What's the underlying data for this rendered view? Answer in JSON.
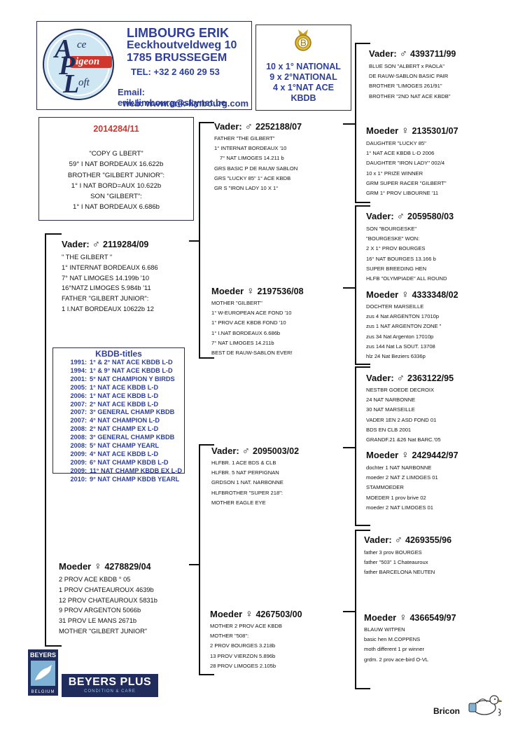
{
  "header": {
    "logo_letters": [
      "A",
      "P",
      "L"
    ],
    "logo_words": [
      "ce",
      "igeon",
      "oft"
    ],
    "name": "LIMBOURG ERIK",
    "street": "Eeckhoutveldweg 10",
    "city": "1785 BRUSSEGEM",
    "tel": "TEL: +32 2 460 29 53",
    "email": "Email: erik.limbourg@skynet.be",
    "web": "web: www.erik-limbourg.com"
  },
  "award": {
    "lines": [
      "10 x 1° NATIONAL",
      "9 x 2°NATIONAL",
      "4 x 1°NAT ACE",
      "KBDB"
    ]
  },
  "pigeon": {
    "ring": "2014284/11",
    "lines": [
      "\"COPY G LBERT\"",
      "59° I NAT BORDEAUX 16.622b",
      "BROTHER \"GILBERT JUNIOR\":",
      "1° I NAT BORD=AUX 10.622b",
      "SON \"GILBERT\":",
      "1° I NAT BORDEAUX 6.686b"
    ]
  },
  "labels": {
    "vader": "Vader:",
    "moeder": "Moeder",
    "male_symbol": "♂",
    "female_symbol": "♀"
  },
  "father": {
    "ring": "2119284/09",
    "lines": [
      "\" THE GILBERT \"",
      "1° INTERNAT BORDEAUX 6.686",
      "7° NAT LIMOGES 14.199b '10",
      "16°NATZ LIMOGES 5.984b '11",
      "FATHER \"GILBERT JUNIOR\":",
      "1 I.NAT BORDEAUX 10622b 12"
    ]
  },
  "mother": {
    "ring": "4278829/04",
    "lines": [
      "2 PROV ACE KBDB ° 05",
      "1 PROV CHATEAUROUX 4639b",
      "12 PROV CHATEAUROUX 5831b",
      "9 PROV ARGENTON 5066b",
      "31 PROV LE MANS 2671b",
      "MOTHER \"GILBERT JUNIOR\""
    ]
  },
  "gen2": {
    "ff": {
      "ring": "2252188/07",
      "lines": [
        "FATHER \"THE GILBERT\"",
        "1° INTERNAT BORDEAUX '10",
        "7° NAT LIMOGES 14.211 b",
        "GRS BASIC P DE RAUW SABLON",
        "GRS \"LUCKY 85\" 1° ACE KBDB",
        "GR S \"IRON LADY 10 X 1°"
      ]
    },
    "fm": {
      "ring": "2197536/08",
      "lines": [
        "MOTHER \"GILBERT\"",
        "1° W-EUROPEAN ACE FOND '10",
        "1° PROV ACE KBDB FOND '10",
        "1° I.NAT BORDEAUX 6.686b",
        "7° NAT LIMOGES 14.211b",
        "BEST DE RAUW-SABLON EVER!"
      ]
    },
    "mf": {
      "ring": "2095003/02",
      "lines": [
        "HLFBR. 1 ACE BDS & CLB",
        "HLFBR. 5 NAT PERPIGNAN",
        "GRDSON 1 NAT. NARBONNE",
        "HLFBROTHER \"SUPER 218\":",
        "MOTHER EAGLE EYE"
      ]
    },
    "mm": {
      "ring": "4267503/00",
      "lines": [
        "MOTHER 2 PROV ACE KBDB",
        "MOTHER \"508\":",
        "2 PROV BOURGES 3.218b",
        "13 PROV VIERZON 5.896b",
        "28 PROV LIMOGES 2.105b"
      ]
    }
  },
  "gen3": {
    "fff": {
      "ring": "4393711/99",
      "lines": [
        "BLUE SON \"ALBERT x PAOLA\"",
        "DE RAUW-SABLON BASIC PAIR",
        "BROTHER \"LIMOGES 261/91\"",
        "BROTHER \"2ND NAT ACE KBDB\""
      ]
    },
    "ffm": {
      "ring": "2135301/07",
      "lines": [
        "DAUGHTER \"LUCKY 85\"",
        "1° NAT ACE KBDB L-D 2006",
        "DAUGHTER \"IRON LADY\" 002/4",
        "10 x 1° PRIZE WINNER",
        "GRM SUPER RACER \"GILBERT\"",
        "GRM 1° PROV LIBOURNE '11"
      ]
    },
    "fmf": {
      "ring": "2059580/03",
      "lines": [
        "SON \"BOURGESKE\"",
        "\"BOURGESKE\" WON:",
        "2 X 1° PROV BOURGES",
        "16° NAT BOURGES 13.166 b",
        "SUPER BREEDING HEN",
        "HLFB \"OLYMPIADE\" ALL ROUND"
      ]
    },
    "fmm": {
      "ring": "4333348/02",
      "lines": [
        "DOCHTER MARSEILLE",
        "zus 4 Nat ARGENTON 17010p",
        "zus 1 NAT ARGENTON ZONE \"",
        "zus 34 Nat Argenton 17010p",
        "zus 144 Nat La SOUT. 13708",
        "hlz 24 Nat Beziers 6336p"
      ]
    },
    "mff": {
      "ring": "2363122/95",
      "lines": [
        "NESTBR GOEDE DECROIX",
        "24 NAT NARBONNE",
        "30 NAT MARSEILLE",
        "VADER 1EN 2 ASD FOND 01",
        "BDS EN CLB 2001",
        "GRANDF.21 &26 Nat BARC.'05"
      ]
    },
    "mfm": {
      "ring": "2429442/97",
      "lines": [
        "dochter 1 NAT NARBONNE",
        "moeder 2 NAT Z LIMOGES 01",
        "STAMMOEDER",
        "MOEDER 1 prov brive 02",
        "moeder 2 NAT LIMOGES 01"
      ]
    },
    "mmf": {
      "ring": "4269355/96",
      "lines": [
        "father 3 prov BOURGES",
        "father \"503\" 1 Chateauroux",
        "father BARCELONA NEUTEN"
      ]
    },
    "mmm": {
      "ring": "4366549/97",
      "lines": [
        "BLAUW WITPEN",
        "basic hen M.COPPENS",
        "moth different 1 pr winner",
        "grdm. 2 prov ace-bird O-VL"
      ]
    }
  },
  "titles": {
    "heading": "KBDB-titles",
    "rows": [
      [
        "1991:",
        "1° & 2° NAT ACE KBDB L-D"
      ],
      [
        "1994:",
        "1° & 9° NAT ACE KBDB L-D"
      ],
      [
        "2001:",
        "5° NAT CHAMPION Y BIRDS"
      ],
      [
        "2005:",
        "1° NAT ACE KBDB L-D"
      ],
      [
        "2006:",
        "1° NAT ACE KBDB L-D"
      ],
      [
        "2007:",
        "2° NAT ACE KBDB L-D"
      ],
      [
        "2007:",
        "3° GENERAL CHAMP KBDB"
      ],
      [
        "2007:",
        "4° NAT CHAMPION L-D"
      ],
      [
        "2008:",
        "2° NAT CHAMP EX L-D"
      ],
      [
        "2008:",
        "3° GENERAL CHAMP KBDB"
      ],
      [
        "2008:",
        "5° NAT CHAMP YEARL"
      ],
      [
        "2009:",
        "4° NAT ACE KBDB L-D"
      ],
      [
        "2009:",
        "6° NAT CHAMP KBDB L-D"
      ],
      [
        "2009:",
        "11° NAT CHAMP KBDB EX L-D"
      ],
      [
        "2010:",
        "9° NAT CHAMP KBDB YEARL"
      ]
    ]
  },
  "sponsors": {
    "beyers_small": "BEYERS",
    "beyers_belgium": "BELGIUM",
    "beyers_plus": "BEYERS PLUS",
    "beyers_sub": "CONDITION & CARE",
    "bricon": "Bricon"
  },
  "colors": {
    "blue": "#2d3f9a",
    "red": "#d0362c",
    "navy": "#1f2c5c"
  }
}
